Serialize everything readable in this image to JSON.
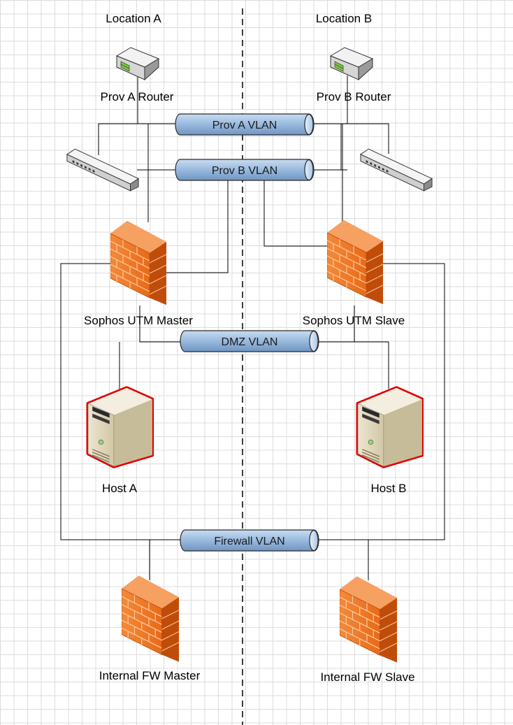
{
  "locations": {
    "a": "Location A",
    "b": "Location B"
  },
  "vlans": {
    "prov_a": "Prov A VLAN",
    "prov_b": "Prov B VLAN",
    "dmz": "DMZ VLAN",
    "firewall": "Firewall VLAN"
  },
  "devices": {
    "router_a": "Prov A Router",
    "router_b": "Prov B Router",
    "utm_master": "Sophos UTM Master",
    "utm_slave": "Sophos UTM Slave",
    "host_a": "Host A",
    "host_b": "Host B",
    "fw_master": "Internal FW Master",
    "fw_slave": "Internal FW Slave"
  },
  "colors": {
    "pipe": "#8eb0d6",
    "firewall": "#f07828",
    "host_outline": "#e00000",
    "host_body": "#ddd3b8"
  },
  "icons": {
    "router": "router-icon",
    "switch": "switch-icon",
    "firewall": "firewall-icon",
    "server": "server-icon",
    "vlan": "vlan-pipe-icon"
  }
}
